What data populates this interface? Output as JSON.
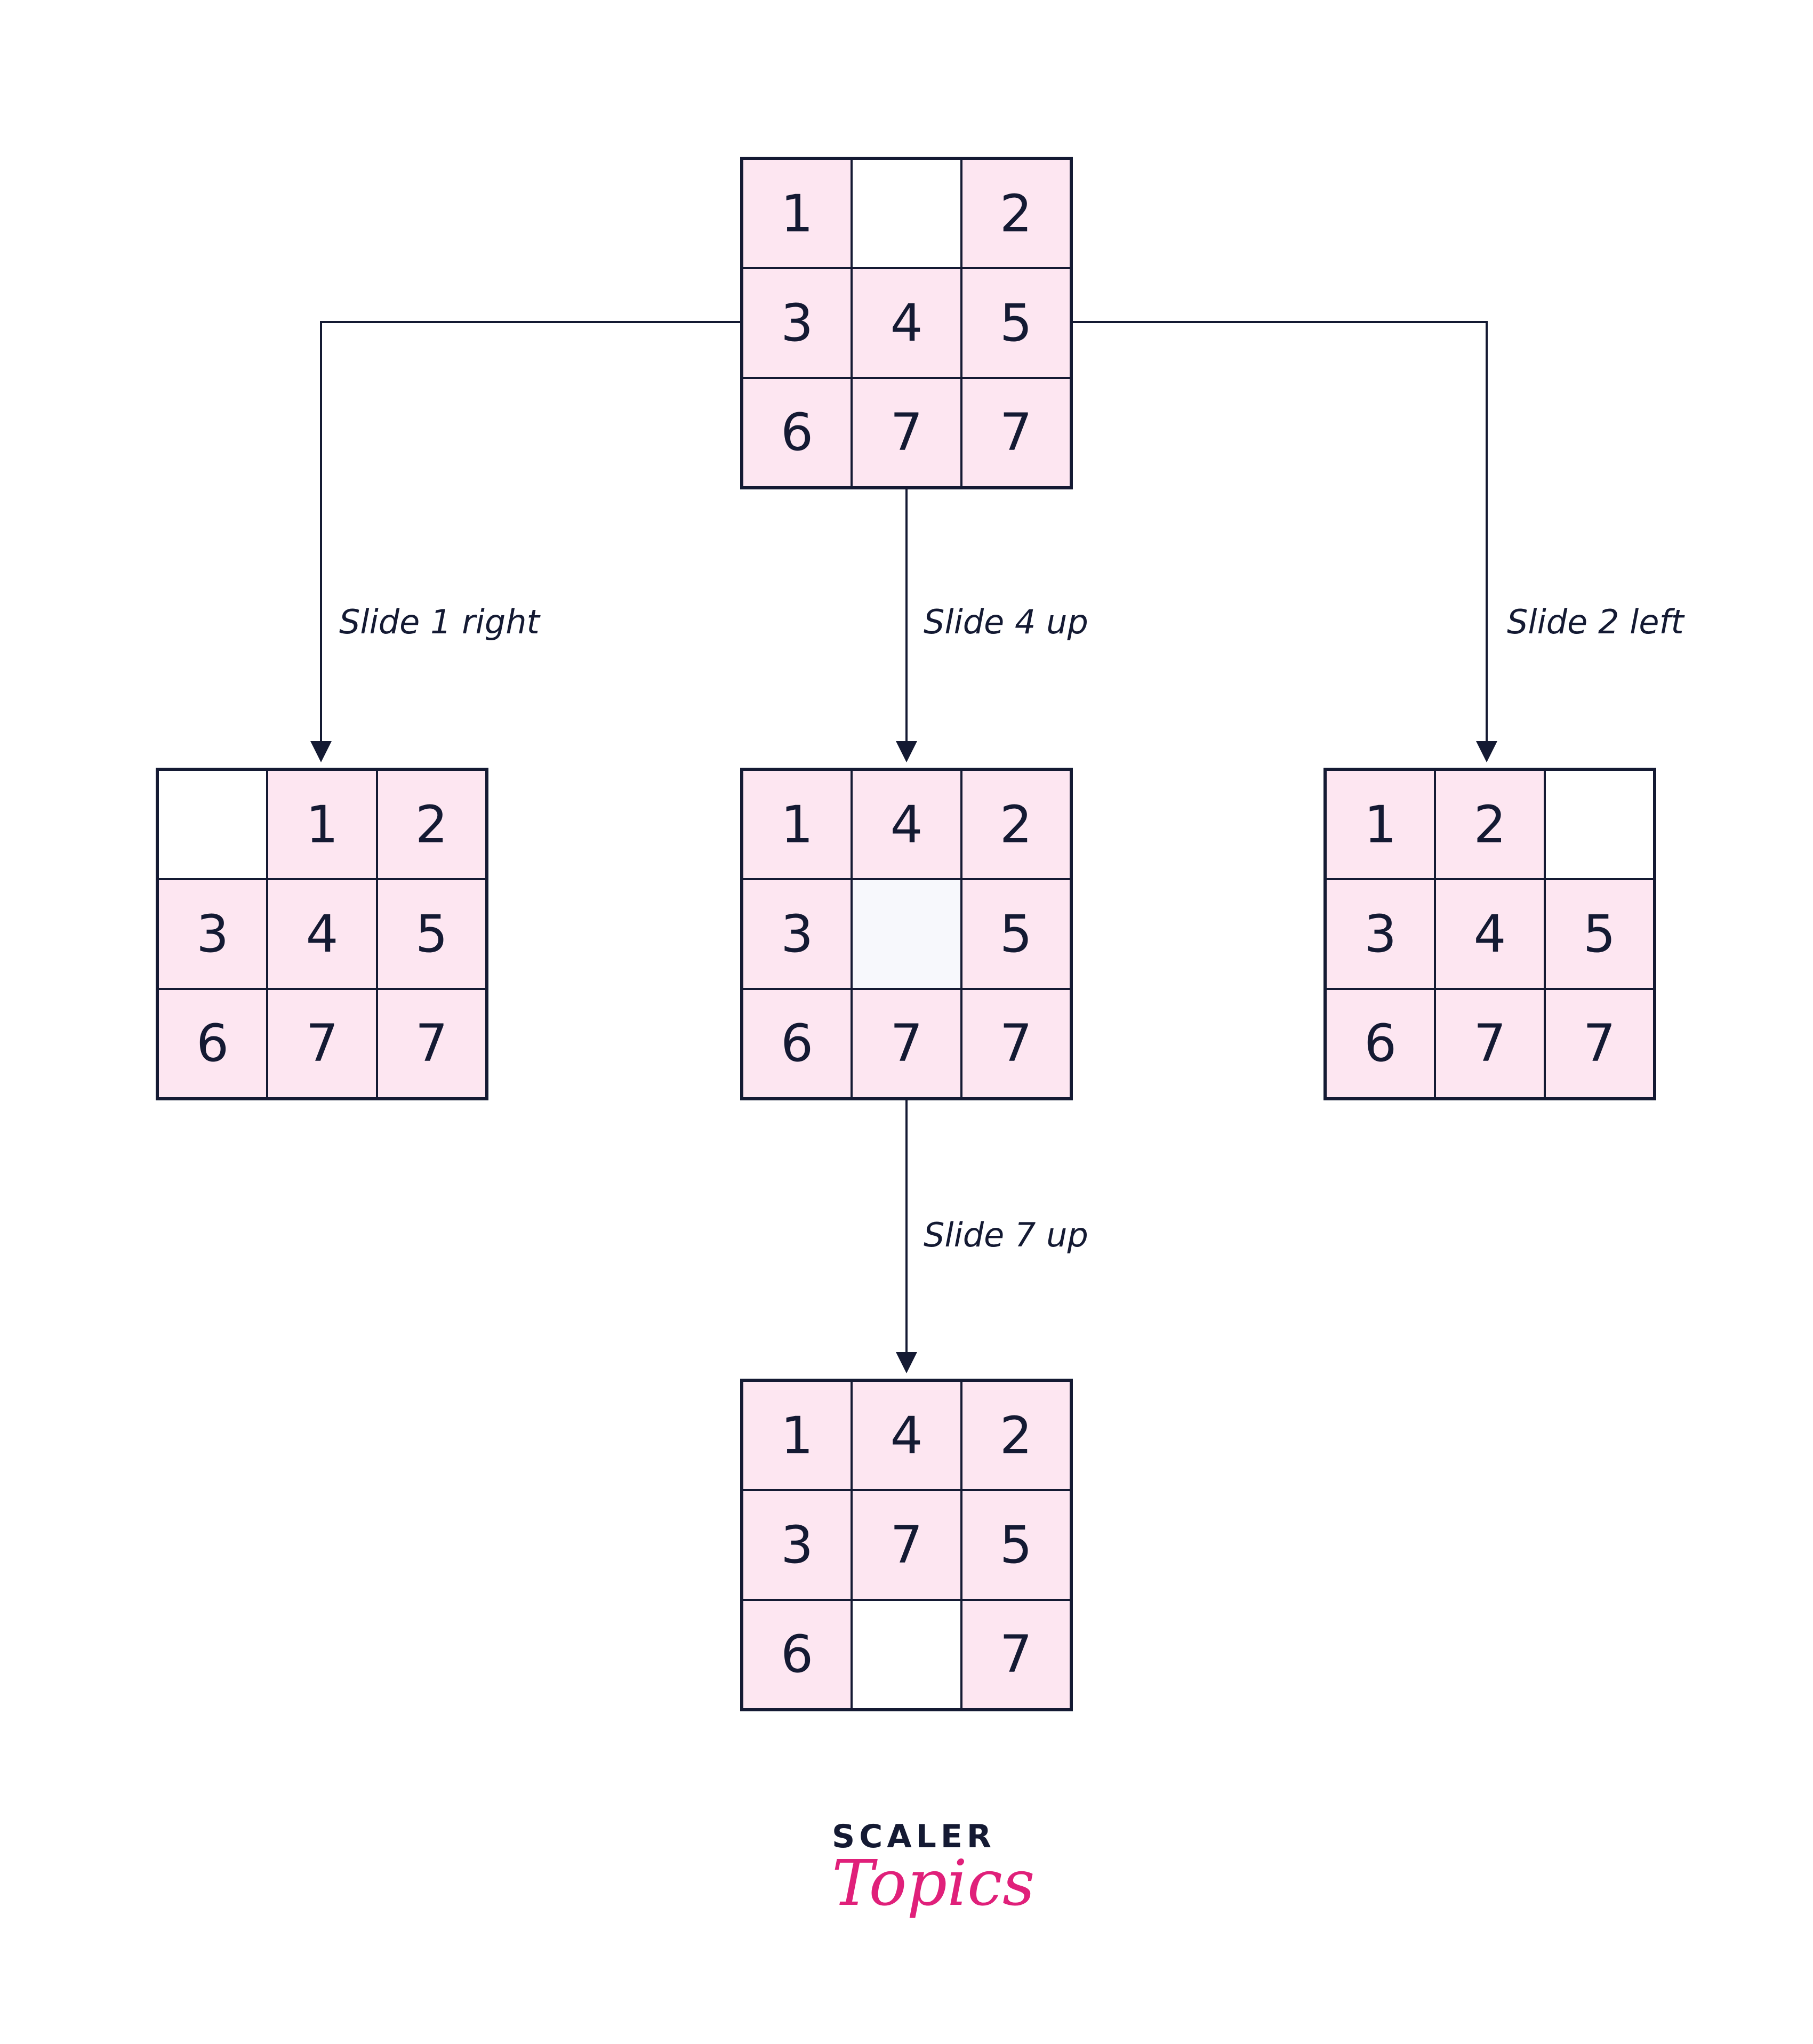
{
  "colors": {
    "tile": "#fde6f1",
    "blank": "#ffffff",
    "blank_alt": "#f7f8fc",
    "line": "#141a33",
    "logo_accent": "#e0207a"
  },
  "boards": {
    "start": {
      "cells": [
        "1",
        "",
        "2",
        "3",
        "4",
        "5",
        "6",
        "7",
        "7"
      ]
    },
    "left": {
      "cells": [
        "",
        "1",
        "2",
        "3",
        "4",
        "5",
        "6",
        "7",
        "7"
      ]
    },
    "middle": {
      "cells": [
        "1",
        "4",
        "2",
        "3",
        "",
        "5",
        "6",
        "7",
        "7"
      ]
    },
    "right": {
      "cells": [
        "1",
        "2",
        "",
        "3",
        "4",
        "5",
        "6",
        "7",
        "7"
      ]
    },
    "bottom": {
      "cells": [
        "1",
        "4",
        "2",
        "3",
        "7",
        "5",
        "6",
        "",
        "7"
      ]
    }
  },
  "edges": {
    "to_left": "Slide 1 right",
    "to_middle": "Slide 4 up",
    "to_right": "Slide 2 left",
    "to_bottom": "Slide 7 up"
  },
  "logo": {
    "top": "SCALER",
    "bottom": "Topics"
  }
}
